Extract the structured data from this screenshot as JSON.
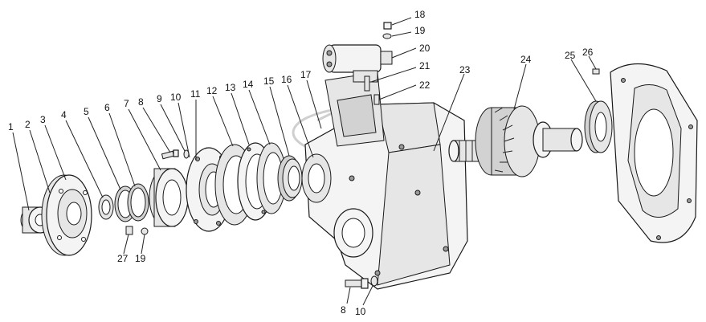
{
  "figure": {
    "callouts": [
      {
        "id": "c1",
        "text": "1"
      },
      {
        "id": "c2",
        "text": "2"
      },
      {
        "id": "c3",
        "text": "3"
      },
      {
        "id": "c4",
        "text": "4"
      },
      {
        "id": "c5",
        "text": "5"
      },
      {
        "id": "c6",
        "text": "6"
      },
      {
        "id": "c7",
        "text": "7"
      },
      {
        "id": "c8a",
        "text": "8"
      },
      {
        "id": "c9",
        "text": "9"
      },
      {
        "id": "c10a",
        "text": "10"
      },
      {
        "id": "c11",
        "text": "11"
      },
      {
        "id": "c12",
        "text": "12"
      },
      {
        "id": "c13",
        "text": "13"
      },
      {
        "id": "c14",
        "text": "14"
      },
      {
        "id": "c15",
        "text": "15"
      },
      {
        "id": "c16",
        "text": "16"
      },
      {
        "id": "c17",
        "text": "17"
      },
      {
        "id": "c18",
        "text": "18"
      },
      {
        "id": "c19a",
        "text": "19"
      },
      {
        "id": "c20",
        "text": "20"
      },
      {
        "id": "c21",
        "text": "21"
      },
      {
        "id": "c22",
        "text": "22"
      },
      {
        "id": "c23",
        "text": "23"
      },
      {
        "id": "c24",
        "text": "24"
      },
      {
        "id": "c25",
        "text": "25"
      },
      {
        "id": "c26",
        "text": "26"
      },
      {
        "id": "c27",
        "text": "27"
      },
      {
        "id": "c19b",
        "text": "19"
      },
      {
        "id": "c8b",
        "text": "8"
      },
      {
        "id": "c10b",
        "text": "10"
      }
    ]
  }
}
